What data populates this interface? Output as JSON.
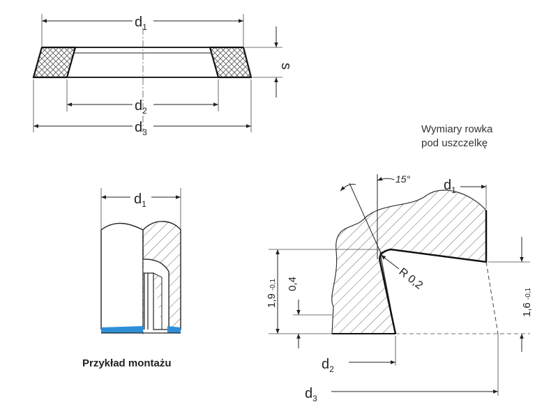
{
  "top_view": {
    "d1": {
      "main": "d",
      "sub": "1"
    },
    "d2": {
      "main": "d",
      "sub": "2"
    },
    "d3": {
      "main": "d",
      "sub": "3"
    },
    "s": "s"
  },
  "mount_example": {
    "d1": {
      "main": "d",
      "sub": "1"
    },
    "caption": "Przykład montażu",
    "seal_color": "#2e8fd8"
  },
  "groove": {
    "title_line1": "Wymiary rowka",
    "title_line2": "pod uszczelkę",
    "angle": "15°",
    "radius": "R 0,2",
    "d1": {
      "main": "d",
      "sub": "1"
    },
    "d2": {
      "main": "d",
      "sub": "2"
    },
    "d3": {
      "main": "d",
      "sub": "3"
    },
    "h_left": {
      "main": "1,9",
      "tol": "-0,1"
    },
    "h_inner": "0,4",
    "h_right": {
      "main": "1,6",
      "tol": "-0,1"
    }
  }
}
